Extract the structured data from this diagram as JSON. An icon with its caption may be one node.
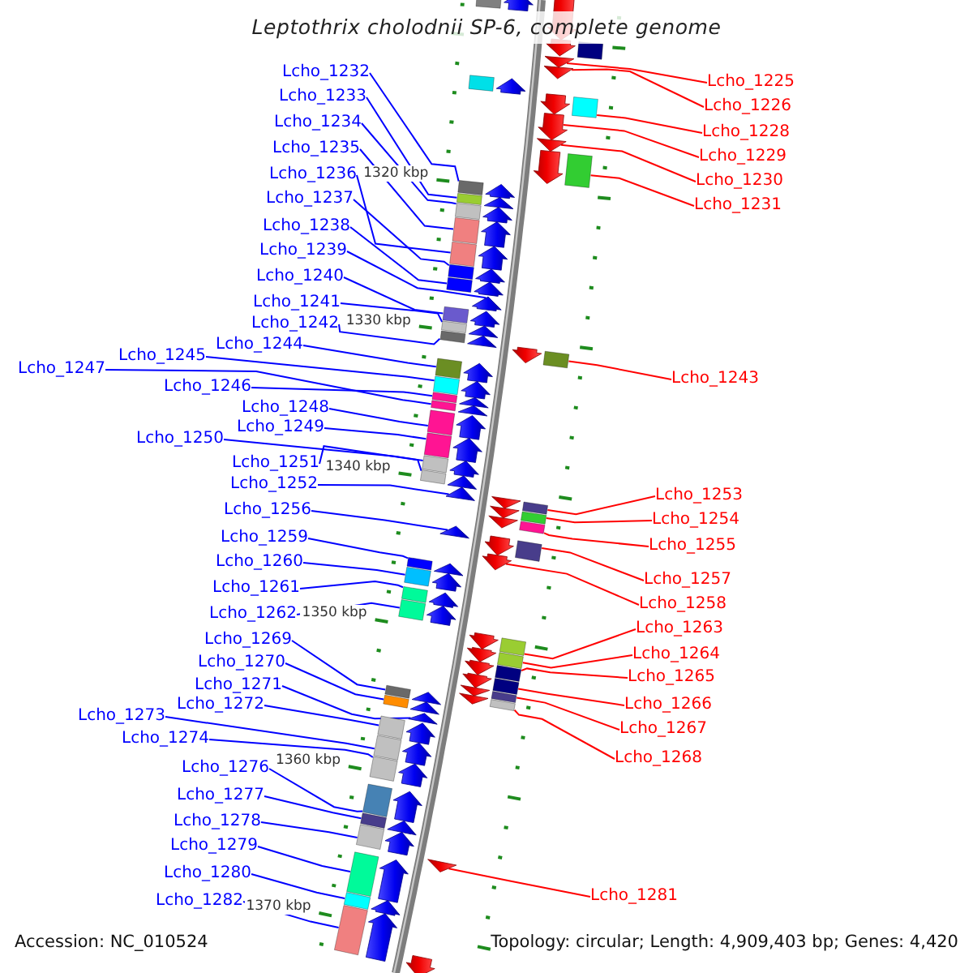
{
  "diagram": {
    "title": "Leptothrix cholodnii SP-6, complete genome",
    "nodes": [
      {
        "text": [
          "Lcho_1232"
        ]
      },
      {
        "text": [
          "Lcho_1233"
        ]
      },
      {
        "text": [
          "Lcho_1234"
        ]
      },
      {
        "text": [
          "Lcho_1235"
        ]
      },
      {
        "text": [
          "Lcho_1236"
        ]
      },
      {
        "text": [
          "Lcho_1237"
        ]
      },
      {
        "text": [
          "Lcho_1238"
        ]
      },
      {
        "text": [
          "Lcho_1239"
        ]
      },
      {
        "text": [
          "Lcho_1240"
        ]
      },
      {
        "text": [
          "Lcho_1241"
        ]
      },
      {
        "text": [
          "Lcho_1242"
        ]
      },
      {
        "text": [
          "Lcho_1244"
        ]
      },
      {
        "text": [
          "Lcho_1245"
        ]
      },
      {
        "text": [
          "Lcho_1247"
        ]
      },
      {
        "text": [
          "Lcho_1246"
        ]
      },
      {
        "text": [
          "Lcho_1248"
        ]
      },
      {
        "text": [
          "Lcho_1249"
        ]
      },
      {
        "text": [
          "Lcho_1250"
        ]
      },
      {
        "text": [
          "Lcho_1251"
        ]
      },
      {
        "text": [
          "Lcho_1252"
        ]
      },
      {
        "text": [
          "Lcho_1256"
        ]
      },
      {
        "text": [
          "Lcho_1259"
        ]
      },
      {
        "text": [
          "Lcho_1260"
        ]
      },
      {
        "text": [
          "Lcho_1261"
        ]
      },
      {
        "text": [
          "Lcho_1262"
        ]
      },
      {
        "text": [
          "Lcho_1269"
        ]
      },
      {
        "text": [
          "Lcho_1270"
        ]
      },
      {
        "text": [
          "Lcho_1271"
        ]
      },
      {
        "text": [
          "Lcho_1272"
        ]
      },
      {
        "text": [
          "Lcho_1273"
        ]
      },
      {
        "text": [
          "Lcho_1274"
        ]
      },
      {
        "text": [
          "Lcho_1276"
        ]
      },
      {
        "text": [
          "Lcho_1277"
        ]
      },
      {
        "text": [
          "Lcho_1278"
        ]
      },
      {
        "text": [
          "Lcho_1279"
        ]
      },
      {
        "text": [
          "Lcho_1280"
        ]
      },
      {
        "text": [
          "Lcho_1282"
        ]
      },
      {
        "text": [
          "Lcho_1225"
        ]
      },
      {
        "text": [
          "Lcho_1226"
        ]
      },
      {
        "text": [
          "Lcho_1228"
        ]
      },
      {
        "text": [
          "Lcho_1229"
        ]
      },
      {
        "text": [
          "Lcho_1230"
        ]
      },
      {
        "text": [
          "Lcho_1231"
        ]
      },
      {
        "text": [
          "Lcho_1243"
        ]
      },
      {
        "text": [
          "Lcho_1253"
        ]
      },
      {
        "text": [
          "Lcho_1254"
        ]
      },
      {
        "text": [
          "Lcho_1255"
        ]
      },
      {
        "text": [
          "Lcho_1257"
        ]
      },
      {
        "text": [
          "Lcho_1258"
        ]
      },
      {
        "text": [
          "Lcho_1263"
        ]
      },
      {
        "text": [
          "Lcho_1264"
        ]
      },
      {
        "text": [
          "Lcho_1265"
        ]
      },
      {
        "text": [
          "Lcho_1266"
        ]
      },
      {
        "text": [
          "Lcho_1267"
        ]
      },
      {
        "text": [
          "Lcho_1268"
        ]
      },
      {
        "text": [
          "Lcho_1281"
        ]
      },
      {
        "text": [],
        "shape": "arrow"
      },
      {
        "text": [],
        "shape": "arrow"
      },
      {
        "text": [],
        "shape": "arrow"
      },
      {
        "text": [],
        "shape": "arrow"
      },
      {
        "text": [],
        "shape": "arrow"
      },
      {
        "text": [],
        "shape": "arrow"
      },
      {
        "text": [],
        "shape": "arrow"
      },
      {
        "text": [],
        "shape": "arrow"
      },
      {
        "text": [],
        "shape": "arrow"
      },
      {
        "text": [],
        "shape": "arrow"
      },
      {
        "text": [],
        "shape": "arrow"
      },
      {
        "text": [],
        "shape": "arrow"
      },
      {
        "text": [],
        "shape": "arrow"
      },
      {
        "text": [],
        "shape": "arrow"
      },
      {
        "text": [],
        "shape": "arrow"
      },
      {
        "text": [],
        "shape": "arrow"
      },
      {
        "text": [],
        "shape": "arrow"
      },
      {
        "text": [],
        "shape": "arrow"
      },
      {
        "text": [],
        "shape": "arrow"
      },
      {
        "text": [],
        "shape": "arrow"
      },
      {
        "text": [],
        "shape": "arrow"
      },
      {
        "text": [],
        "shape": "arrow"
      },
      {
        "text": [],
        "shape": "arrow"
      },
      {
        "text": [],
        "shape": "arrow"
      },
      {
        "text": [],
        "shape": "arrow"
      },
      {
        "text": [],
        "shape": "arrow"
      },
      {
        "text": [],
        "shape": "arrow"
      },
      {
        "text": [],
        "shape": "arrow"
      },
      {
        "text": [],
        "shape": "arrow"
      },
      {
        "text": [],
        "shape": "arrow"
      },
      {
        "text": [],
        "shape": "arrow"
      },
      {
        "text": [],
        "shape": "arrow"
      },
      {
        "text": [],
        "shape": "arrow"
      },
      {
        "text": [],
        "shape": "arrow"
      },
      {
        "text": [],
        "shape": "arrow"
      },
      {
        "text": [],
        "shape": "arrow"
      },
      {
        "text": [],
        "shape": "arrow"
      },
      {
        "text": [],
        "shape": "arrow"
      },
      {
        "text": [],
        "shape": "arrow"
      },
      {
        "text": [],
        "shape": "arrow"
      },
      {
        "text": [],
        "shape": "arrow"
      },
      {
        "text": [],
        "shape": "arrow"
      },
      {
        "text": [],
        "shape": "arrow"
      },
      {
        "text": [],
        "shape": "arrow"
      },
      {
        "text": [],
        "shape": "arrow"
      },
      {
        "text": [],
        "shape": "arrow"
      },
      {
        "text": [],
        "shape": "arrow"
      },
      {
        "text": [],
        "shape": "arrow"
      },
      {
        "text": [],
        "shape": "arrow"
      },
      {
        "text": [],
        "shape": "arrow"
      },
      {
        "text": [],
        "shape": "arrow"
      },
      {
        "text": [],
        "shape": "arrow"
      },
      {
        "text": [],
        "shape": "arrow"
      },
      {
        "text": [],
        "shape": "arrow"
      },
      {
        "text": [],
        "shape": "arrow"
      },
      {
        "text": [],
        "shape": "arrow"
      },
      {
        "text": [],
        "shape": "arrow"
      },
      {
        "text": [],
        "shape": "arrow"
      },
      {
        "text": [],
        "shape": "arrow"
      },
      {
        "text": [],
        "shape": "arrow"
      },
      {
        "text": [],
        "shape": "arrow"
      }
    ],
    "edges": [
      {
        "from": 0,
        "to": 58,
        "arrow": "none"
      },
      {
        "from": 1,
        "to": 59,
        "arrow": "none"
      },
      {
        "from": 2,
        "to": 60,
        "arrow": "none"
      },
      {
        "from": 3,
        "to": 61,
        "arrow": "none"
      },
      {
        "from": 4,
        "to": 62,
        "arrow": "none"
      },
      {
        "from": 5,
        "to": 63,
        "arrow": "none"
      },
      {
        "from": 6,
        "to": 64,
        "arrow": "none"
      },
      {
        "from": 7,
        "to": 65,
        "arrow": "none"
      },
      {
        "from": 8,
        "to": 66,
        "arrow": "none"
      },
      {
        "from": 9,
        "to": 67,
        "arrow": "none"
      },
      {
        "from": 10,
        "to": 68,
        "arrow": "none"
      },
      {
        "from": 11,
        "to": 69,
        "arrow": "none"
      },
      {
        "from": 12,
        "to": 70,
        "arrow": "none"
      },
      {
        "from": 13,
        "to": 72,
        "arrow": "none"
      },
      {
        "from": 14,
        "to": 71,
        "arrow": "none"
      },
      {
        "from": 15,
        "to": 73,
        "arrow": "none"
      },
      {
        "from": 16,
        "to": 74,
        "arrow": "none"
      },
      {
        "from": 17,
        "to": 75,
        "arrow": "none"
      },
      {
        "from": 18,
        "to": 76,
        "arrow": "none"
      },
      {
        "from": 19,
        "to": 77,
        "arrow": "none"
      },
      {
        "from": 20,
        "to": 78,
        "arrow": "none"
      },
      {
        "from": 21,
        "to": 79,
        "arrow": "none"
      },
      {
        "from": 22,
        "to": 80,
        "arrow": "none"
      },
      {
        "from": 23,
        "to": 81,
        "arrow": "none"
      },
      {
        "from": 24,
        "to": 82,
        "arrow": "none"
      },
      {
        "from": 25,
        "to": 83,
        "arrow": "none"
      },
      {
        "from": 26,
        "to": 84,
        "arrow": "none"
      },
      {
        "from": 27,
        "to": 85,
        "arrow": "none"
      },
      {
        "from": 28,
        "to": 86,
        "arrow": "none"
      },
      {
        "from": 29,
        "to": 87,
        "arrow": "none"
      },
      {
        "from": 30,
        "to": 88,
        "arrow": "none"
      },
      {
        "from": 31,
        "to": 89,
        "arrow": "none"
      },
      {
        "from": 32,
        "to": 90,
        "arrow": "none"
      },
      {
        "from": 33,
        "to": 91,
        "arrow": "none"
      },
      {
        "from": 34,
        "to": 92,
        "arrow": "none"
      },
      {
        "from": 35,
        "to": 93,
        "arrow": "none"
      },
      {
        "from": 36,
        "to": 94,
        "arrow": "none"
      },
      {
        "from": 37,
        "to": 97,
        "arrow": "none",
        "color": "#ff0000"
      },
      {
        "from": 38,
        "to": 98,
        "arrow": "none",
        "color": "#ff0000"
      },
      {
        "from": 39,
        "to": 99,
        "arrow": "none",
        "color": "#ff0000"
      },
      {
        "from": 40,
        "to": 100,
        "arrow": "none",
        "color": "#ff0000"
      },
      {
        "from": 41,
        "to": 101,
        "arrow": "none",
        "color": "#ff0000"
      },
      {
        "from": 42,
        "to": 102,
        "arrow": "none",
        "color": "#ff0000"
      },
      {
        "from": 43,
        "to": 103,
        "arrow": "none",
        "color": "#ff0000"
      },
      {
        "from": 44,
        "to": 104,
        "arrow": "none",
        "color": "#ff0000"
      },
      {
        "from": 45,
        "to": 105,
        "arrow": "none",
        "color": "#ff0000"
      },
      {
        "from": 46,
        "to": 106,
        "arrow": "none",
        "color": "#ff0000"
      },
      {
        "from": 47,
        "to": 107,
        "arrow": "none",
        "color": "#ff0000"
      },
      {
        "from": 48,
        "to": 108,
        "arrow": "none",
        "color": "#ff0000"
      },
      {
        "from": 49,
        "to": 109,
        "arrow": "none",
        "color": "#ff0000"
      },
      {
        "from": 50,
        "to": 110,
        "arrow": "none",
        "color": "#ff0000"
      },
      {
        "from": 51,
        "to": 111,
        "arrow": "none",
        "color": "#ff0000"
      },
      {
        "from": 52,
        "to": 112,
        "arrow": "none",
        "color": "#ff0000"
      },
      {
        "from": 53,
        "to": 113,
        "arrow": "none",
        "color": "#ff0000"
      },
      {
        "from": 54,
        "to": 114,
        "arrow": "none",
        "color": "#ff0000"
      },
      {
        "from": 55,
        "to": 115,
        "arrow": "none",
        "color": "#ff0000"
      }
    ],
    "labels": [
      "1320 kbp",
      "1330 kbp",
      "1340 kbp",
      "1350 kbp",
      "1360 kbp",
      "1370 kbp",
      "Accession: NC_010524",
      "Topology: circular; Length: 4,909,403 bp; Genes: 4,420"
    ]
  }
}
